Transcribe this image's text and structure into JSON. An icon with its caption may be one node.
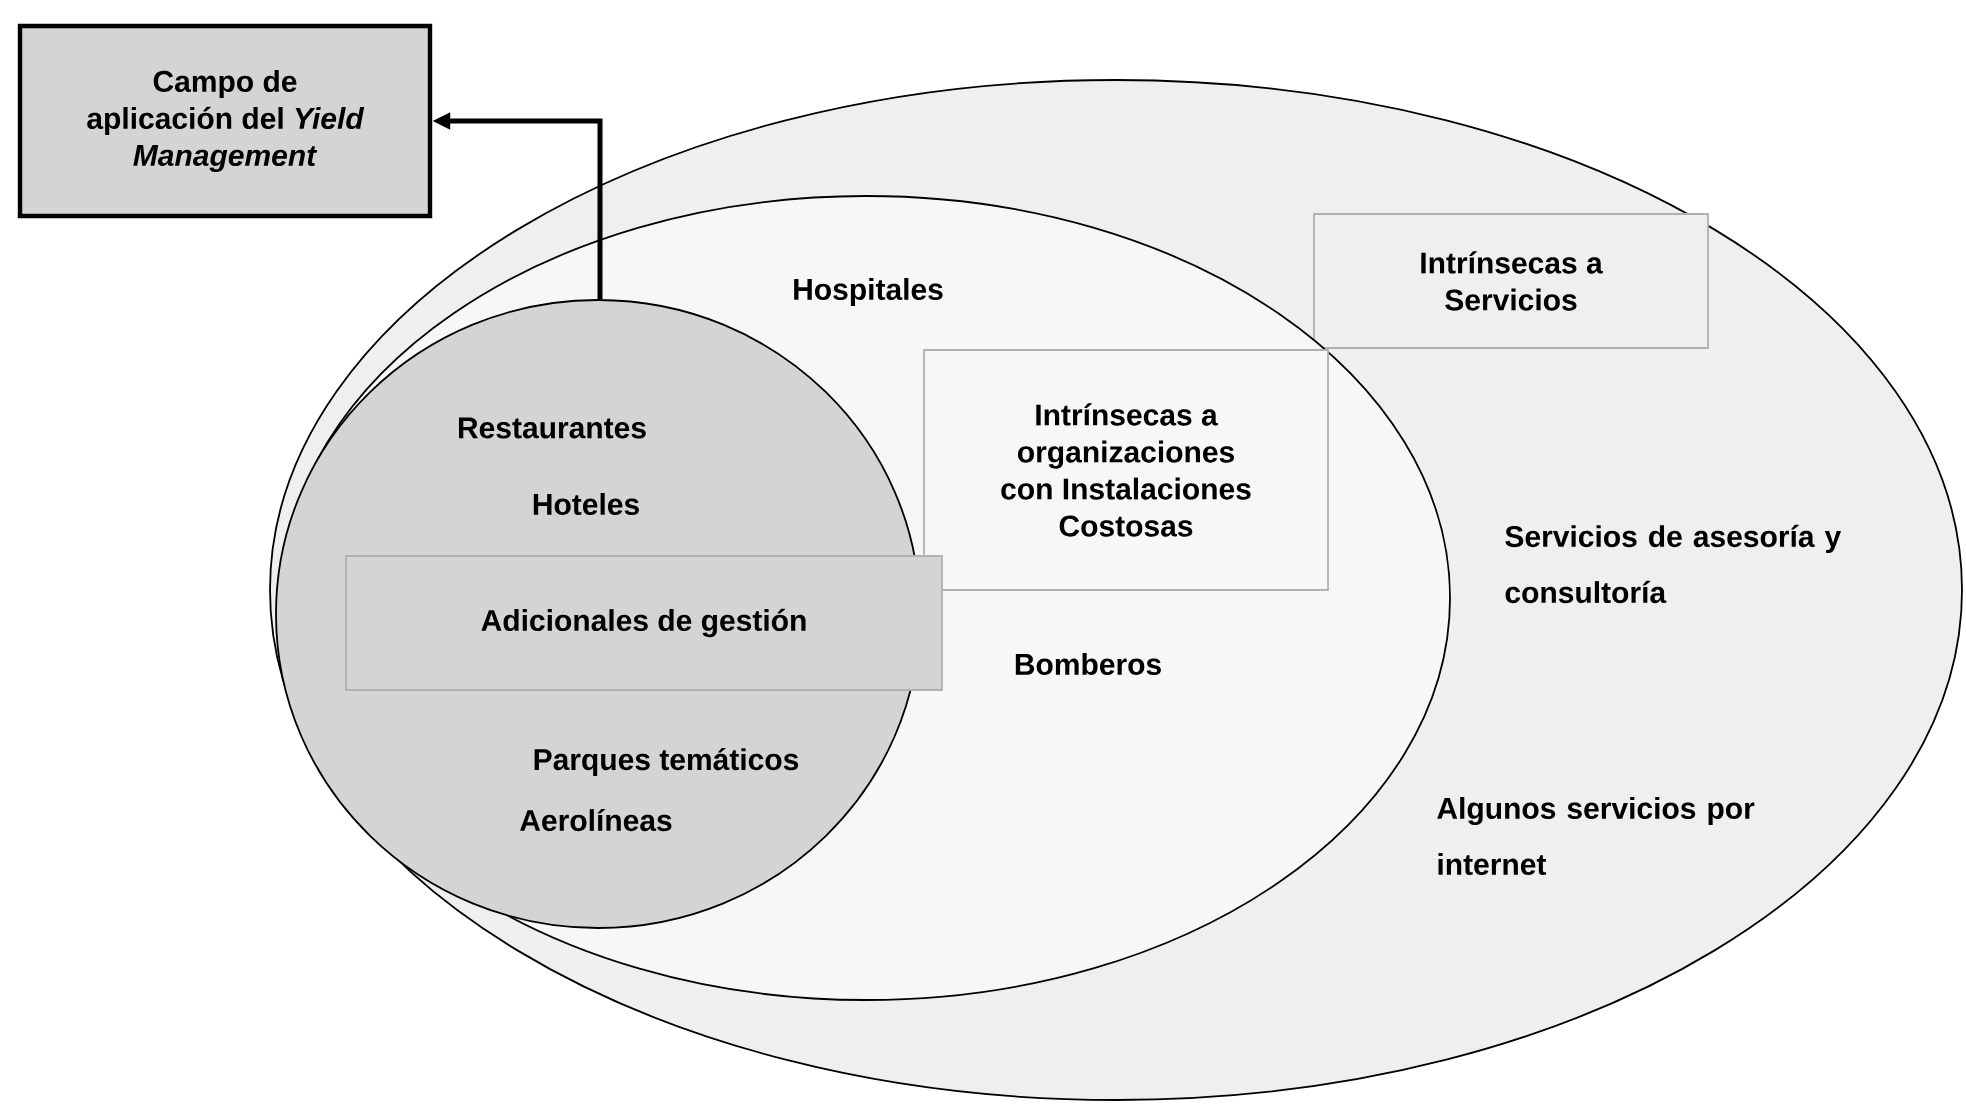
{
  "diagram": {
    "nodes": [
      {
        "text": [
          "Campo de aplicación del *Yield Management*"
        ]
      },
      {
        "text": [
          "Servicios de asesoría y consultoría",
          "Algunos servicios por internet"
        ]
      },
      {
        "text": [
          "Intrínsecas a Servicios"
        ],
        "in": 1
      },
      {
        "text": [
          "Hospitales",
          "Bomberos"
        ],
        "in": 1
      },
      {
        "text": [
          "Intrínsecas a organizaciones con Instalaciones Costosas"
        ],
        "in": 3
      },
      {
        "text": [
          "Restaurantes",
          "Hoteles",
          "Parques temáticos",
          "Aerolíneas"
        ],
        "in": 3
      },
      {
        "text": [
          "Adicionales de gestión"
        ],
        "in": 5
      }
    ],
    "edges": [
      {
        "from": 5,
        "to": 0,
        "arrow": "to"
      }
    ]
  }
}
